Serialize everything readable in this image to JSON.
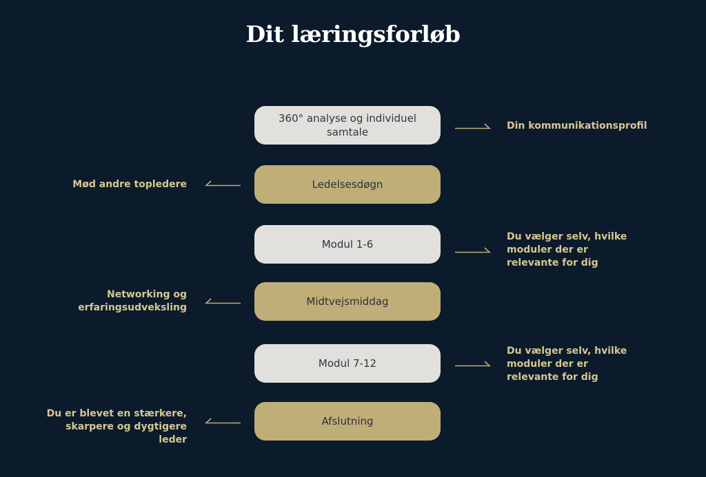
{
  "title": "Dit læringsforløb",
  "steps": [
    {
      "label": "360° analyse og individuel samtale",
      "style": "light",
      "note": "Din kommunikationsprofil",
      "note_side": "right"
    },
    {
      "label": "Ledelsesdøgn",
      "style": "gold",
      "note": "Mød andre topledere",
      "note_side": "left"
    },
    {
      "label": "Modul 1-6",
      "style": "light",
      "note": "Du vælger selv, hvilke moduler der er relevante for dig",
      "note_side": "right"
    },
    {
      "label": "Midtvejsmiddag",
      "style": "gold",
      "note": "Networking og erfaringsudveksling",
      "note_side": "left"
    },
    {
      "label": "Modul 7-12",
      "style": "light",
      "note": "Du vælger selv, hvilke moduler der er relevante for dig",
      "note_side": "right"
    },
    {
      "label": "Afslutning",
      "style": "gold",
      "note": "Du er blevet en stærkere, skarpere og dygtigere leder",
      "note_side": "left"
    }
  ],
  "colors": {
    "background": "#0b1b2b",
    "light_box": "#e2e0dc",
    "gold_box": "#c0ae78",
    "note_text": "#d8c792",
    "arrow": "#c0ae78"
  },
  "icons": {
    "right": "arrow-right-icon",
    "left": "arrow-left-icon"
  }
}
